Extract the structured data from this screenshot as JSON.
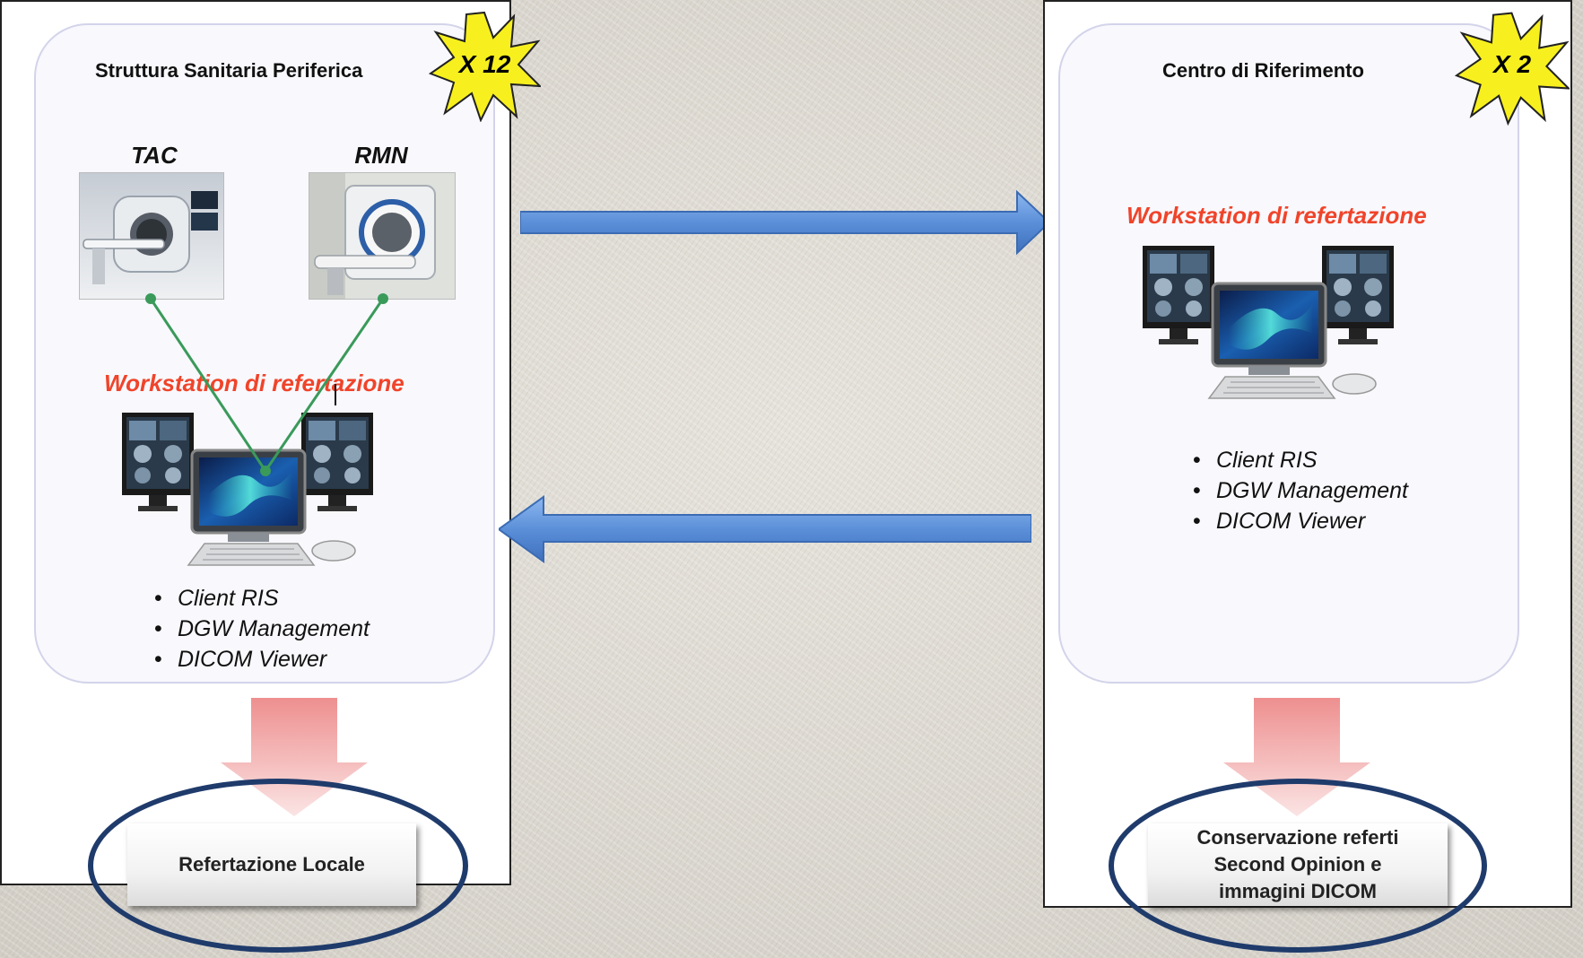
{
  "colors": {
    "ws_label": "#f0442a",
    "burst_fill": "#f7f01e",
    "blue_arrow": "#5b8fd8",
    "pink_arrow": "#f0a0a0",
    "ellipse": "#1f3b6b",
    "link_line": "#3a9a5a"
  },
  "left": {
    "title": "Struttura Sanitaria Periferica",
    "multiplier": "X 12",
    "modalities": [
      "TAC",
      "RMN"
    ],
    "ws_label": "Workstation di refertazione",
    "bullets": [
      "Client RIS",
      "DGW Management",
      "DICOM Viewer"
    ],
    "result": "Refertazione Locale"
  },
  "right": {
    "title": "Centro di Riferimento",
    "multiplier": "X 2",
    "ws_label": "Workstation di refertazione",
    "bullets": [
      "Client RIS",
      "DGW Management",
      "DICOM Viewer"
    ],
    "result_lines": [
      "Conservazione referti",
      "Second Opinion e",
      "immagini DICOM"
    ]
  },
  "icons": [
    "ct-scanner-image",
    "mri-scanner-image",
    "workstation-image",
    "starburst-icon",
    "arrow-right-icon",
    "arrow-left-icon",
    "arrow-down-icon"
  ]
}
